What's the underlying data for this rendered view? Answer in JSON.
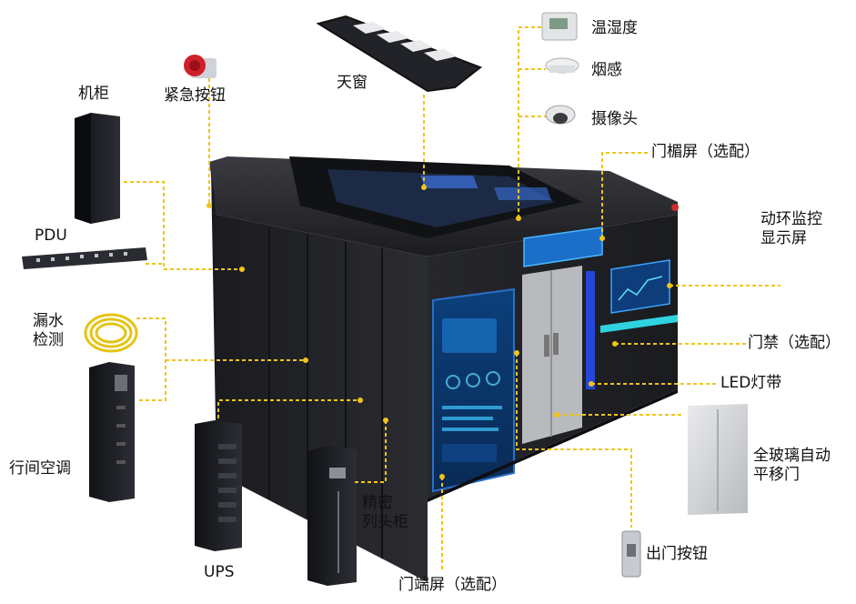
{
  "labels": {
    "cabinet": "机柜",
    "emergency_button": "紧急按钮",
    "skylight": "天窗",
    "temp_humidity": "温湿度",
    "smoke": "烟感",
    "camera": "摄像头",
    "lintel_screen": "门楣屏（选配）",
    "pdu": "PDU",
    "env_monitor_line1": "动环监控",
    "env_monitor_line2": "显示屏",
    "leak_line1": "漏水",
    "leak_line2": "检测",
    "access_control": "门禁（选配）",
    "led_strip": "LED灯带",
    "row_ac": "行间空调",
    "glass_door_line1": "全玻璃自动",
    "glass_door_line2": "平移门",
    "precision_line1": "精密",
    "precision_line2": "列头柜",
    "ups": "UPS",
    "exit_button": "出门按钮",
    "end_screen": "门端屏（选配）"
  },
  "colors": {
    "leader_line": "#f0c419",
    "module_body": "#1e1e22",
    "led_accent": "#2fd3e0",
    "screen_blue": "#1f6fd0"
  }
}
